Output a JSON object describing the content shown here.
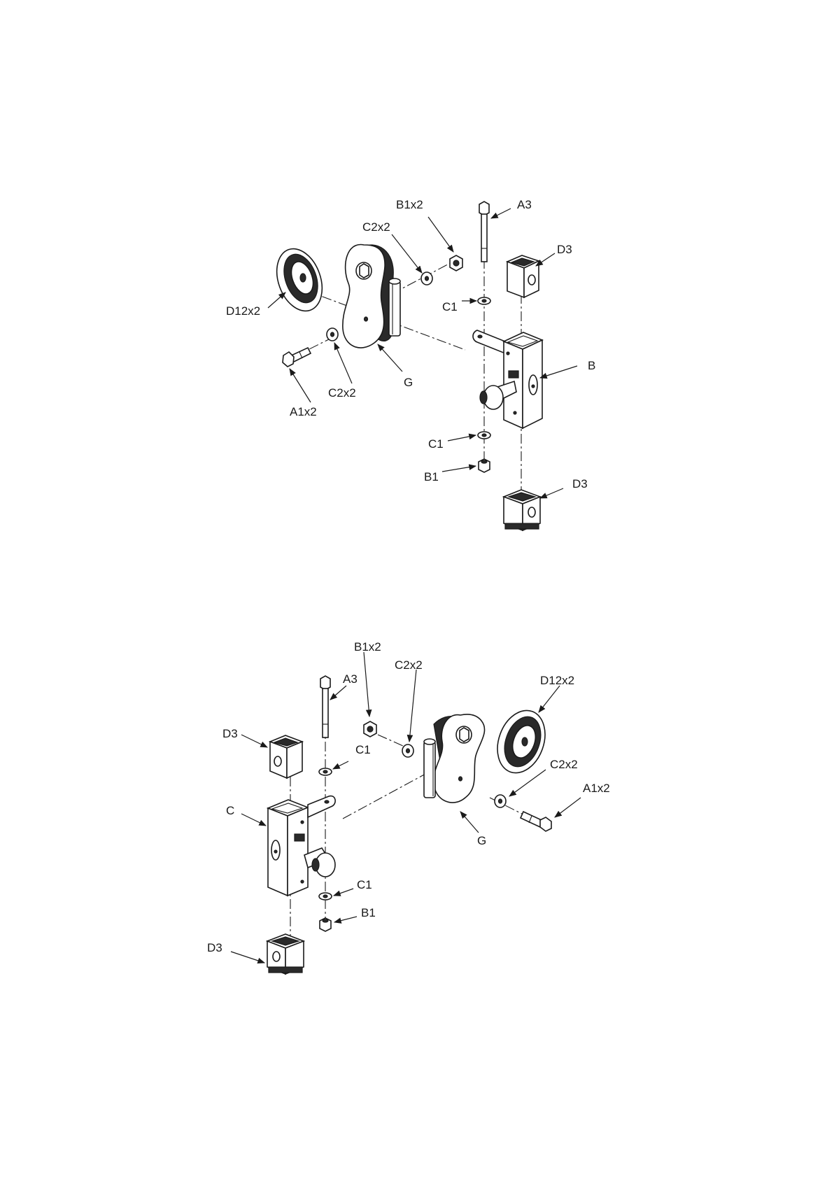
{
  "diagram": {
    "top": {
      "labels": [
        {
          "id": "b1x2",
          "text": "B1x2"
        },
        {
          "id": "a3",
          "text": "A3"
        },
        {
          "id": "c2x2-upper",
          "text": "C2x2"
        },
        {
          "id": "d3-upper",
          "text": "D3"
        },
        {
          "id": "c1-upper",
          "text": "C1"
        },
        {
          "id": "d12x2",
          "text": "D12x2"
        },
        {
          "id": "b",
          "text": "B"
        },
        {
          "id": "c2x2-lower",
          "text": "C2x2"
        },
        {
          "id": "g",
          "text": "G"
        },
        {
          "id": "a1x2",
          "text": "A1x2"
        },
        {
          "id": "c1-lower",
          "text": "C1"
        },
        {
          "id": "b1",
          "text": "B1"
        },
        {
          "id": "d3-lower",
          "text": "D3"
        }
      ]
    },
    "bottom": {
      "labels": [
        {
          "id": "b1x2",
          "text": "B1x2"
        },
        {
          "id": "c2x2-upper",
          "text": "C2x2"
        },
        {
          "id": "d12x2",
          "text": "D12x2"
        },
        {
          "id": "a3",
          "text": "A3"
        },
        {
          "id": "d3-upper",
          "text": "D3"
        },
        {
          "id": "c1-upper",
          "text": "C1"
        },
        {
          "id": "c2x2-lower",
          "text": "C2x2"
        },
        {
          "id": "a1x2",
          "text": "A1x2"
        },
        {
          "id": "c",
          "text": "C"
        },
        {
          "id": "g",
          "text": "G"
        },
        {
          "id": "c1-lower",
          "text": "C1"
        },
        {
          "id": "b1",
          "text": "B1"
        },
        {
          "id": "d3-lower",
          "text": "D3"
        }
      ]
    }
  }
}
